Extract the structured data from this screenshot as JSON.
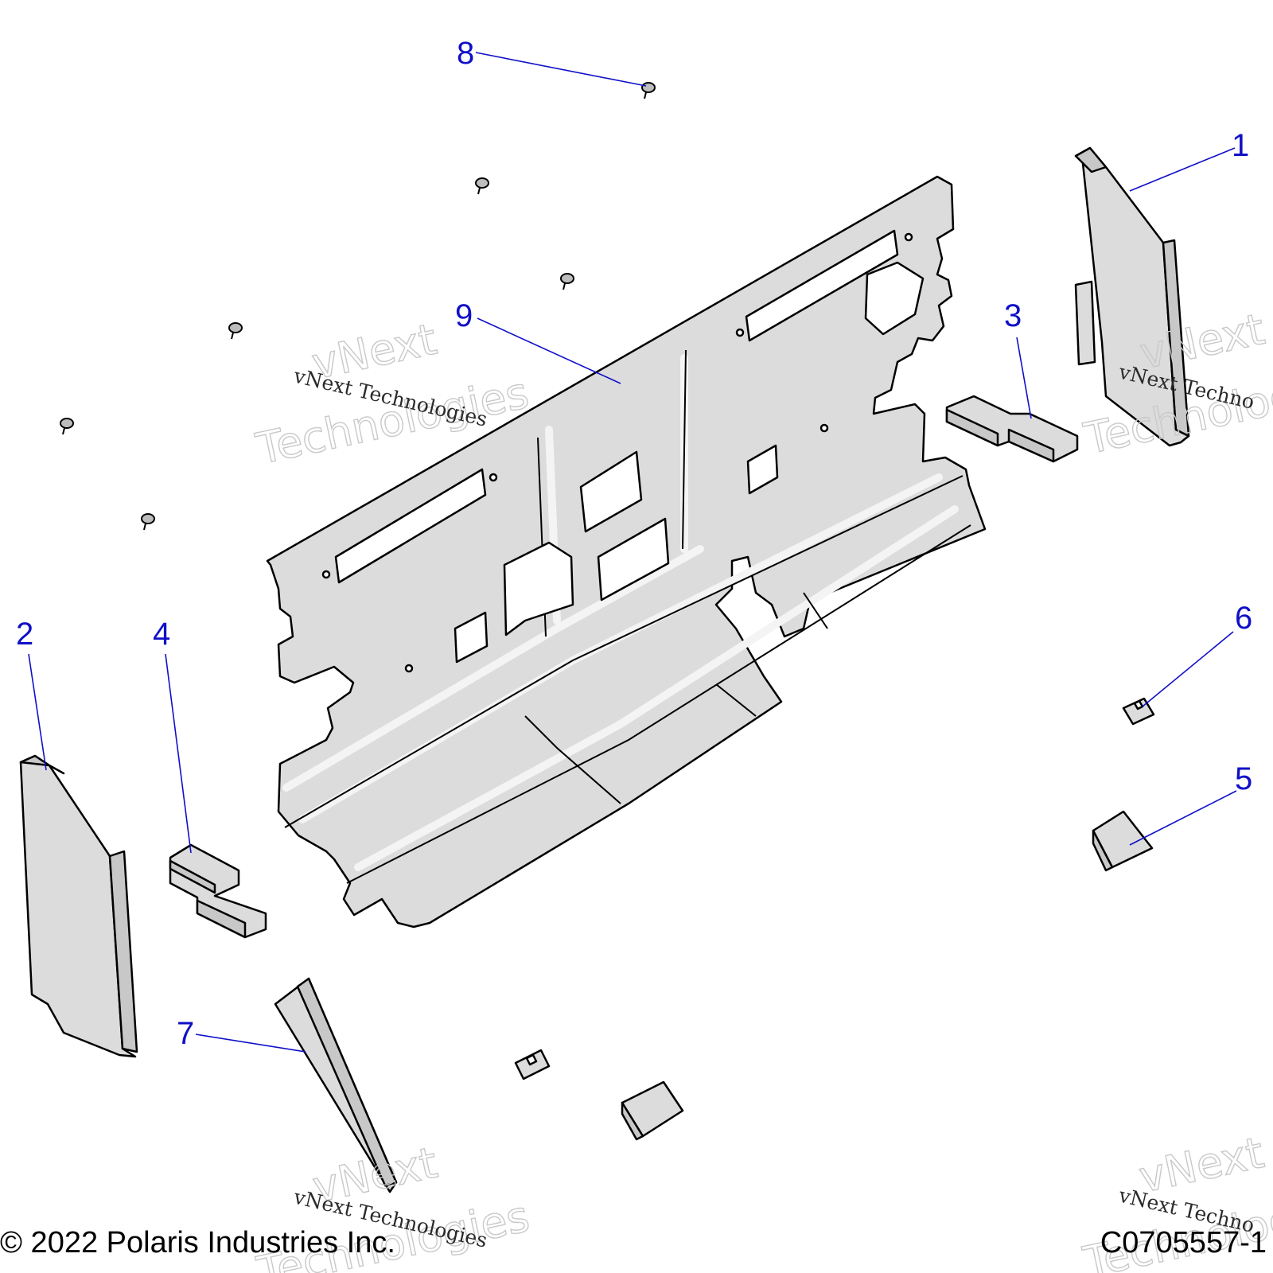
{
  "callouts": [
    {
      "id": "1",
      "label": "1"
    },
    {
      "id": "2",
      "label": "2"
    },
    {
      "id": "3",
      "label": "3"
    },
    {
      "id": "4",
      "label": "4"
    },
    {
      "id": "5",
      "label": "5"
    },
    {
      "id": "6",
      "label": "6"
    },
    {
      "id": "7",
      "label": "7"
    },
    {
      "id": "8",
      "label": "8"
    },
    {
      "id": "9",
      "label": "9"
    }
  ],
  "watermark": {
    "brand_line1": "vNext",
    "brand_line2": "Technologies",
    "caption": "vNext Technologies",
    "caption_cut": "vNext Techno"
  },
  "footer": {
    "copyright": "© 2022 Polaris Industries Inc.",
    "drawing_number": "C0705557-1"
  },
  "colors": {
    "callout": "#1010c8",
    "part_fill": "#dcdcdc",
    "line": "#000000"
  }
}
